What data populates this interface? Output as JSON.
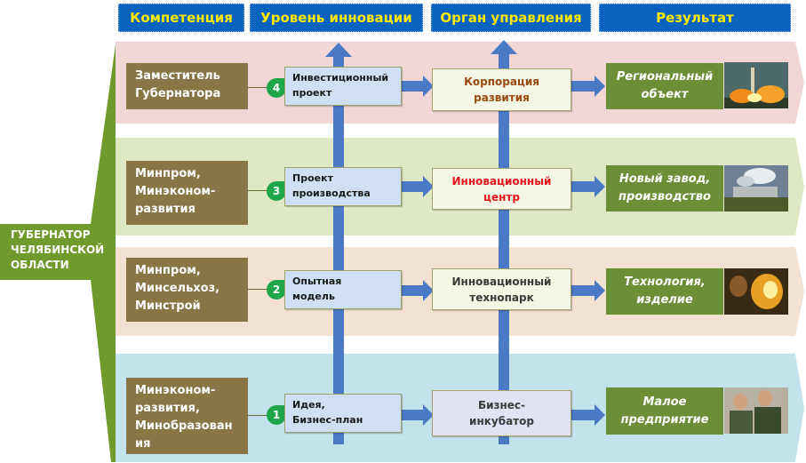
{
  "headers": [
    {
      "label": "Компетенция"
    },
    {
      "label": "Уровень инновации"
    },
    {
      "label": "Орган управления"
    },
    {
      "label": "Результат"
    }
  ],
  "governor": {
    "lines": [
      "ГУБЕРНАТОР",
      "ЧЕЛЯБИНСКОЙ",
      "ОБЛАСТИ"
    ]
  },
  "rows": [
    {
      "level_number": "4",
      "competence": [
        "Заместитель",
        "Губернатора"
      ],
      "innovation_level": [
        "Инвестиционный",
        "проект"
      ],
      "management_body": [
        "Корпорация",
        "развития"
      ],
      "result": [
        "Региональный",
        "объект"
      ],
      "photo_icon": "rocket-launch-photo",
      "band_color": "#f2d6d6",
      "body_text_color": "#9b4a10"
    },
    {
      "level_number": "3",
      "competence": [
        "Минпром,",
        "Минэконом-",
        "развития"
      ],
      "innovation_level": [
        "Проект",
        "производства"
      ],
      "management_body": [
        "Инновационный",
        "центр"
      ],
      "result": [
        "Новый завод,",
        "производство"
      ],
      "photo_icon": "factory-photo",
      "band_color": "#dfe8c4",
      "body_text_color": "#e8141b"
    },
    {
      "level_number": "2",
      "competence": [
        "Минпром,",
        "Минсельхоз,",
        "Минстрой"
      ],
      "innovation_level": [
        "Опытная",
        "модель"
      ],
      "management_body": [
        "Инновационный",
        "технопарк"
      ],
      "result": [
        "Технология,",
        "изделие"
      ],
      "photo_icon": "foundry-worker-photo",
      "band_color": "#f3e2d2",
      "body_text_color": "#3a3a3a"
    },
    {
      "level_number": "1",
      "competence": [
        "Минэконом-",
        "развития,",
        "Минобразован",
        "ия"
      ],
      "innovation_level": [
        "Идея,",
        "Бизнес-план"
      ],
      "management_body": [
        "Бизнес-",
        "инкубатор"
      ],
      "result": [
        "Малое",
        "предприятие"
      ],
      "photo_icon": "students-photo",
      "band_color": "#c3e3ec",
      "body_text_color": "#3a3a3a"
    }
  ],
  "colors": {
    "header_bg": "#0b63c0",
    "header_text": "#ffea00",
    "governor_green": "#6f9a2c",
    "competence_brown": "#8a7547",
    "result_green": "#6b8f36",
    "badge_green": "#1fa54a",
    "arrow_blue": "#4a7ac6"
  }
}
